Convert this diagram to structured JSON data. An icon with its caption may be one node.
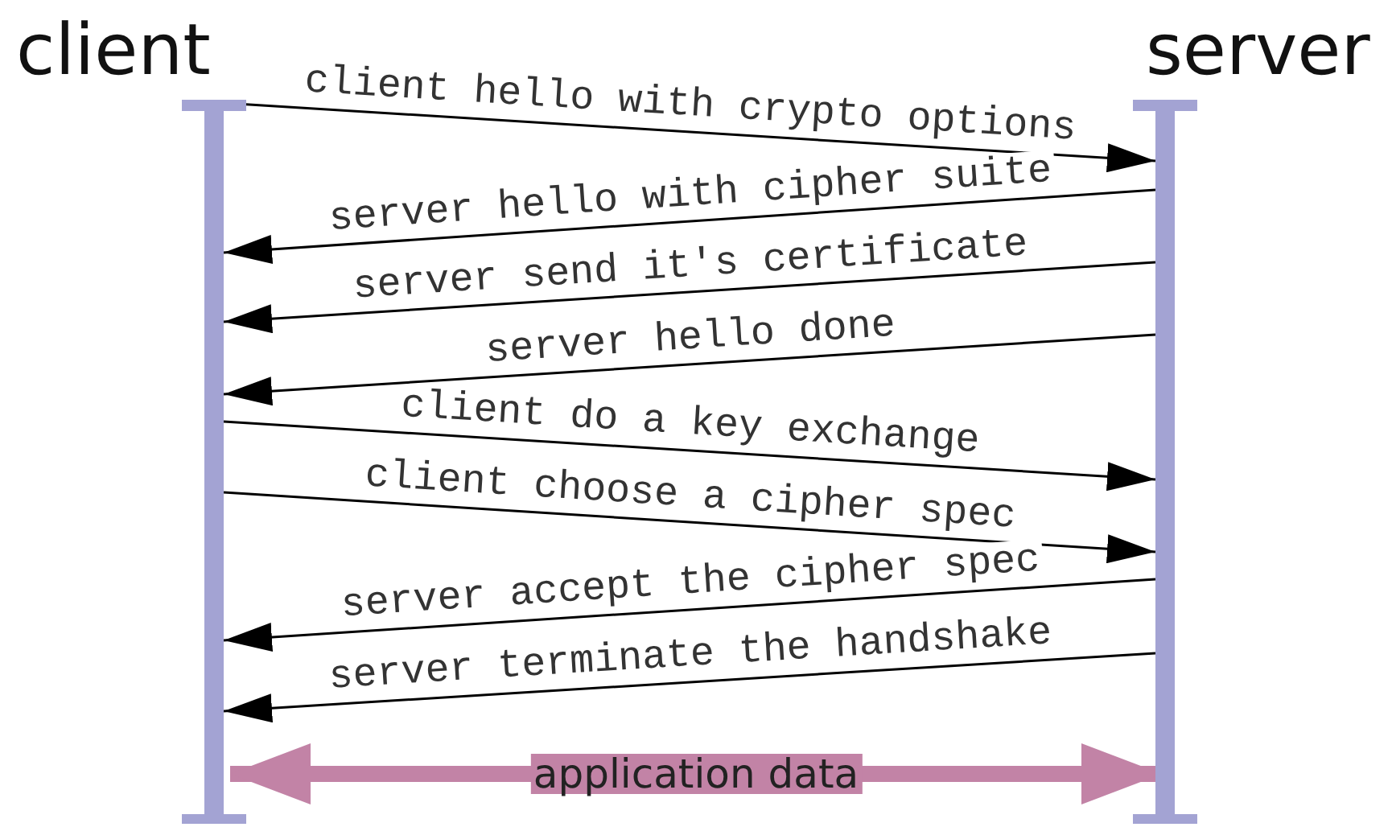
{
  "diagram": {
    "nodes": [
      {
        "text": [
          "client"
        ]
      },
      {
        "text": [
          "server"
        ]
      }
    ],
    "edges": [
      {
        "from": 0,
        "to": 1,
        "arrow": "to",
        "label": "client hello with crypto options"
      },
      {
        "from": 1,
        "to": 0,
        "arrow": "to",
        "label": "server hello with cipher suite"
      },
      {
        "from": 1,
        "to": 0,
        "arrow": "to",
        "label": "server send it's certificate"
      },
      {
        "from": 1,
        "to": 0,
        "arrow": "to",
        "label": "server hello done"
      },
      {
        "from": 0,
        "to": 1,
        "arrow": "to",
        "label": "client do a key exchange"
      },
      {
        "from": 0,
        "to": 1,
        "arrow": "to",
        "label": "client choose a cipher spec"
      },
      {
        "from": 1,
        "to": 0,
        "arrow": "to",
        "label": "server accept the cipher spec"
      },
      {
        "from": 1,
        "to": 0,
        "arrow": "to",
        "label": "server terminate the handshake"
      },
      {
        "from": 0,
        "to": 1,
        "arrow": "both",
        "label": "application data",
        "style": "thick",
        "color": "#c283a6"
      }
    ]
  }
}
